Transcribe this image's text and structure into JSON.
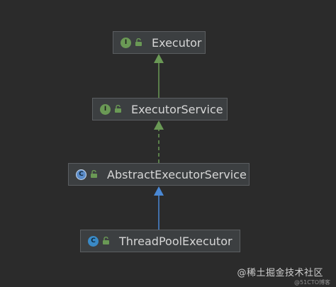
{
  "nodes": [
    {
      "id": "executor",
      "label": "Executor",
      "kind": "interface",
      "badge_letter": "I"
    },
    {
      "id": "executor-service",
      "label": "ExecutorService",
      "kind": "interface",
      "badge_letter": "I"
    },
    {
      "id": "abstract-executor-service",
      "label": "AbstractExecutorService",
      "kind": "abstract-class",
      "badge_letter": "C"
    },
    {
      "id": "thread-pool-executor",
      "label": "ThreadPoolExecutor",
      "kind": "class",
      "badge_letter": "C"
    }
  ],
  "edges": [
    {
      "from": "executor-service",
      "to": "executor",
      "style": "solid",
      "color": "#6a9955",
      "relation": "extends"
    },
    {
      "from": "abstract-executor-service",
      "to": "executor-service",
      "style": "dashed",
      "color": "#6a9955",
      "relation": "implements"
    },
    {
      "from": "thread-pool-executor",
      "to": "abstract-executor-service",
      "style": "solid",
      "color": "#4a88d4",
      "relation": "extends"
    }
  ],
  "colors": {
    "background": "#2b2b2b",
    "node_fill": "#3c3f41",
    "node_border": "#5b5e61",
    "interface_badge": "#6a9955",
    "class_badge": "#3a8ac6",
    "lock": "#6a9955",
    "text": "#d6d6d6"
  },
  "watermark": {
    "text": "@稀土掘金技术社区",
    "sub": "@51CTO博客"
  }
}
